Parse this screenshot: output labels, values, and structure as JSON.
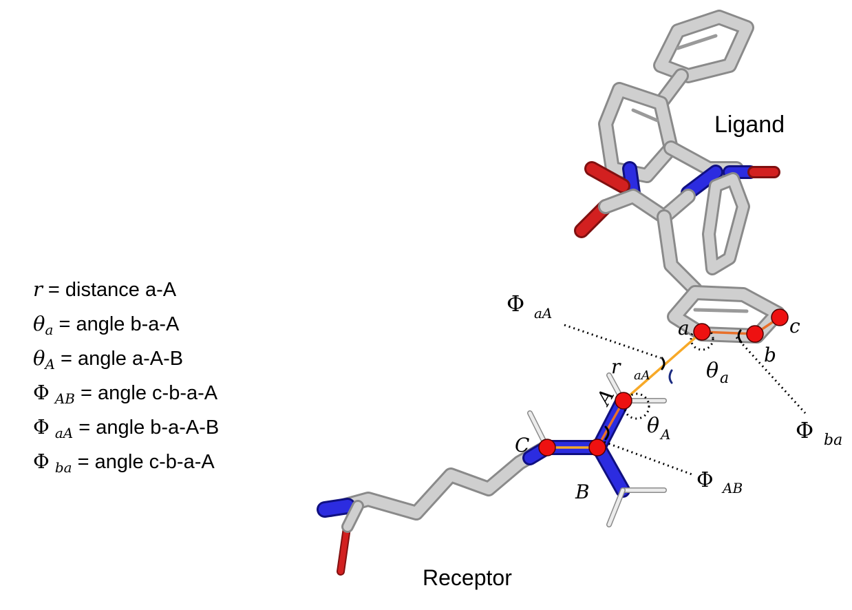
{
  "labels": {
    "ligand": "Ligand",
    "receptor": "Receptor"
  },
  "atoms": {
    "a": "a",
    "b": "b",
    "c": "c",
    "A": "A",
    "B": "B",
    "C": "C"
  },
  "diagram_labels": {
    "phi_aA": {
      "symbol": "Φ",
      "sub": "aA"
    },
    "phi_ba": {
      "symbol": "Φ",
      "sub": "ba"
    },
    "phi_AB": {
      "symbol": "Φ",
      "sub": "AB"
    },
    "theta_a": {
      "symbol": "θ",
      "sub": "a"
    },
    "theta_A": {
      "symbol": "θ",
      "sub": "A"
    },
    "r_aA": {
      "symbol": "r",
      "sub": "aA"
    }
  },
  "legend": [
    {
      "symbol": "r",
      "sub": "",
      "text": " = distance a-A"
    },
    {
      "symbol": "θ",
      "sub": "a",
      "text": " = angle b-a-A"
    },
    {
      "symbol": "θ",
      "sub": "A",
      "text": " = angle a-A-B"
    },
    {
      "symbol": "Φ",
      "sub": "AB",
      "text": " = angle c-b-a-A"
    },
    {
      "symbol": "Φ",
      "sub": "aA",
      "text": " = angle b-a-A-B"
    },
    {
      "symbol": "Φ",
      "sub": "ba",
      "text": " = angle c-b-a-A"
    }
  ],
  "colors": {
    "carbon": "#c9c9c9",
    "carbon_edge": "#8a8a8a",
    "nitrogen": "#2020d0",
    "oxygen": "#d22020",
    "hydrogen": "#e6e6e6",
    "marker": "#ee1111",
    "bond_highlight": "#f7a928",
    "bond_highlight_dark": "#e8702a"
  }
}
